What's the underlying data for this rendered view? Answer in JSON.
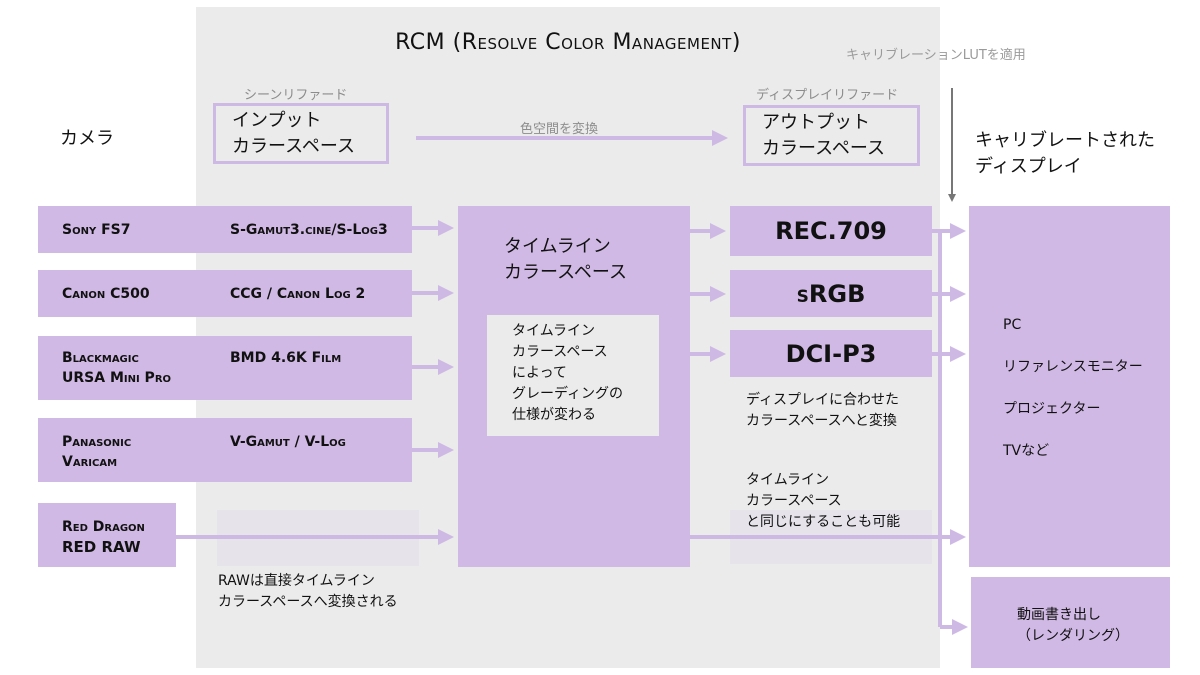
{
  "title": "RCM (Resolve Color Management)",
  "calibration_label": "キャリブレーションLUTを適用",
  "camera_header": "カメラ",
  "display_header": [
    "キャリブレートされた",
    "ディスプレイ"
  ],
  "input_space": {
    "caption": "シーンリファード",
    "lines": [
      "インプット",
      "カラースペース"
    ]
  },
  "convert_label": "色空間を変換",
  "output_space": {
    "caption": "ディスプレイリファード",
    "lines": [
      "アウトプット",
      "カラースペース"
    ]
  },
  "cameras": [
    {
      "name": [
        "Sony FS7"
      ],
      "space": "S-Gamut3.cine/S-Log3"
    },
    {
      "name": [
        "Canon C500"
      ],
      "space": "CCG / Canon Log 2"
    },
    {
      "name": [
        "Blackmagic",
        "URSA Mini Pro"
      ],
      "space": "BMD 4.6K Film"
    },
    {
      "name": [
        "Panasonic",
        "Varicam"
      ],
      "space": "V-Gamut / V-Log"
    },
    {
      "name": [
        "Red Dragon",
        "RED RAW"
      ],
      "space": ""
    }
  ],
  "raw_note": [
    "RAWは直接タイムライン",
    "カラースペースへ変換される"
  ],
  "timeline": {
    "title": [
      "タイムライン",
      "カラースペース"
    ],
    "note": [
      "タイムライン",
      "カラースペース",
      "によって",
      "グレーディングの",
      "仕様が変わる"
    ]
  },
  "outputs": [
    "REC.709",
    "sRGB",
    "DCI-P3"
  ],
  "output_note": [
    "ディスプレイに合わせた",
    "カラースペースへと変換"
  ],
  "same_note": [
    "タイムライン",
    "カラースペース",
    "と同じにすることも可能"
  ],
  "displays": [
    "PC",
    "リファレンスモニター",
    "プロジェクター",
    "TVなど"
  ],
  "render": [
    "動画書き出し",
    "（レンダリング）"
  ],
  "colors": {
    "purple": "#d0b9e4",
    "panel": "#ebebeb",
    "arrow": "#cdb9e4",
    "grey_arrow": "#777777"
  }
}
